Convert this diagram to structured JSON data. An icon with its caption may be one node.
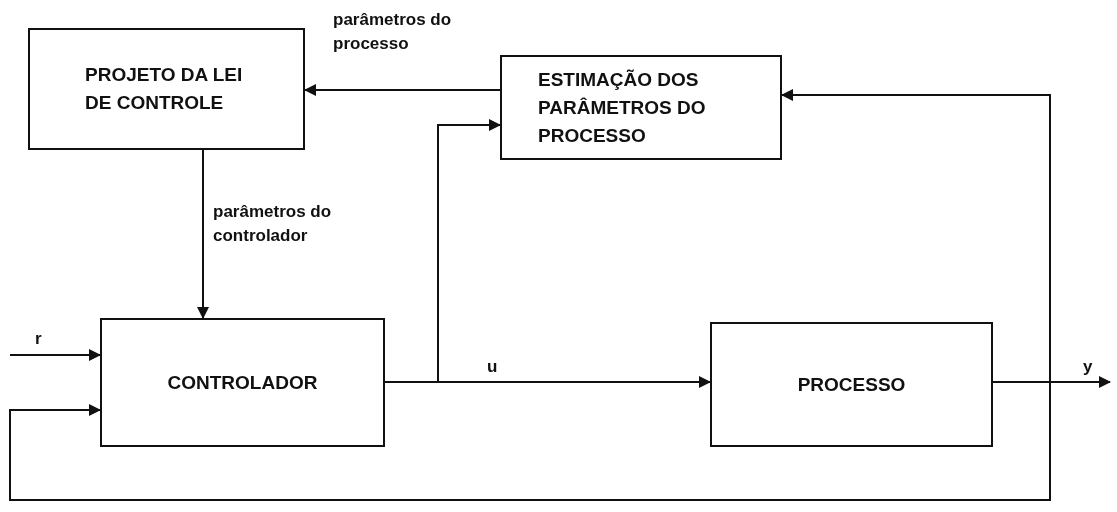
{
  "diagram": {
    "nodes": [
      {
        "text": [
          "PROJETO DA LEI DE CONTROLE"
        ]
      },
      {
        "text": [
          "ESTIMAÇÃO DOS PARÂMETROS DO PROCESSO"
        ]
      },
      {
        "text": [
          "CONTROLADOR"
        ]
      },
      {
        "text": [
          "PROCESSO"
        ]
      }
    ],
    "edges": [
      {
        "from": 1,
        "to": 0,
        "arrow": "to",
        "label": "parâmetros do processo"
      },
      {
        "from": 0,
        "to": 2,
        "arrow": "to",
        "label": "parâmetros do controlador"
      },
      {
        "from": 2,
        "to": 3,
        "arrow": "to",
        "label": "u"
      },
      {
        "from": 2,
        "to": 1,
        "arrow": "to"
      },
      {
        "from": null,
        "to": 2,
        "arrow": "to",
        "label": "r"
      },
      {
        "from": 3,
        "to": null,
        "arrow": "to",
        "label": "y"
      },
      {
        "from": 3,
        "to": 1,
        "arrow": "to"
      },
      {
        "from": 3,
        "to": 2,
        "arrow": "to"
      }
    ]
  }
}
